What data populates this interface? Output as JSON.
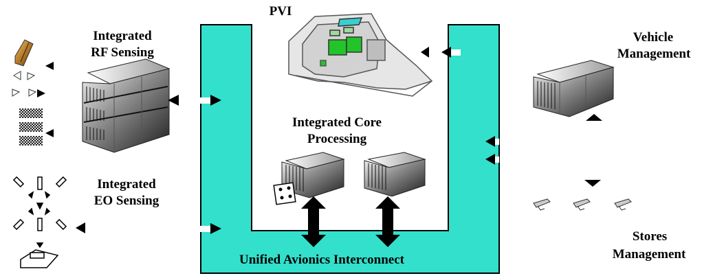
{
  "labels": {
    "pvi": "PVI",
    "rf_line1": "Integrated",
    "rf_line2": "RF Sensing",
    "eo_line1": "Integrated",
    "eo_line2": "EO Sensing",
    "icp_line1": "Integrated Core",
    "icp_line2": "Processing",
    "vm_line1": "Vehicle",
    "vm_line2": "Management",
    "sm_line1": "Stores",
    "sm_line2": "Management",
    "uai": "Unified Avionics Interconnect"
  },
  "colors": {
    "interconnect_fill": "#33e0cc",
    "outline": "#000000",
    "rack_dark": "#3a3a3a",
    "cockpit_gray": "#cfcfcf",
    "screen_green": "#22c42a"
  },
  "icons": [
    "radar-icon",
    "sensor-cluster-icon",
    "equipment-rack-icon",
    "cockpit-icon",
    "processor-module-icon",
    "missile-icon",
    "bidirectional-arrow-icon"
  ]
}
